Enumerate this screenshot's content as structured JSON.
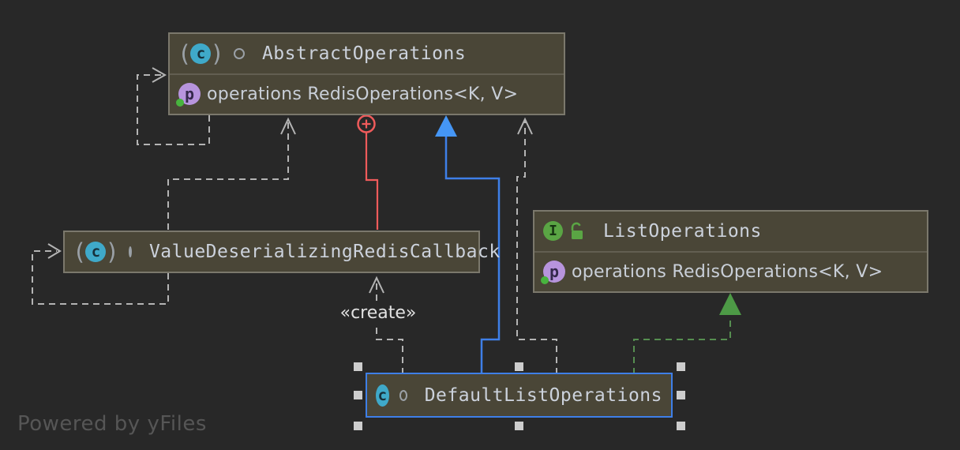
{
  "app": {
    "watermark": "Powered by yFiles"
  },
  "colors": {
    "background": "#282828",
    "node_fill": "#4a4637",
    "node_border": "#7b786c",
    "selection_blue": "#3e7fe8",
    "dependency_gray": "#b4b4b4",
    "create_red": "#ef5b5b",
    "implements_green": "#568e50",
    "class_icon_teal": "#3fa9c9",
    "interface_icon_green": "#5aa544",
    "field_icon_purple": "#b794dd",
    "text": "#ccd2dc"
  },
  "icons": {
    "class_letter": "c",
    "interface_letter": "I",
    "field_letter": "p",
    "paren_open": "(",
    "paren_close": ")"
  },
  "nodes": [
    {
      "id": "abstract-operations",
      "kind": "abstract class",
      "title": "AbstractOperations",
      "member": "operations RedisOperations<K, V>"
    },
    {
      "id": "value-deserializing-redis-callback",
      "kind": "class",
      "title": "ValueDeserializingRedisCallback"
    },
    {
      "id": "list-operations",
      "kind": "interface",
      "title": "ListOperations",
      "member": "operations RedisOperations<K, V>"
    },
    {
      "id": "default-list-operations",
      "kind": "class",
      "title": "DefaultListOperations",
      "selected": true
    }
  ],
  "edge_labels": {
    "create": "«create»"
  }
}
